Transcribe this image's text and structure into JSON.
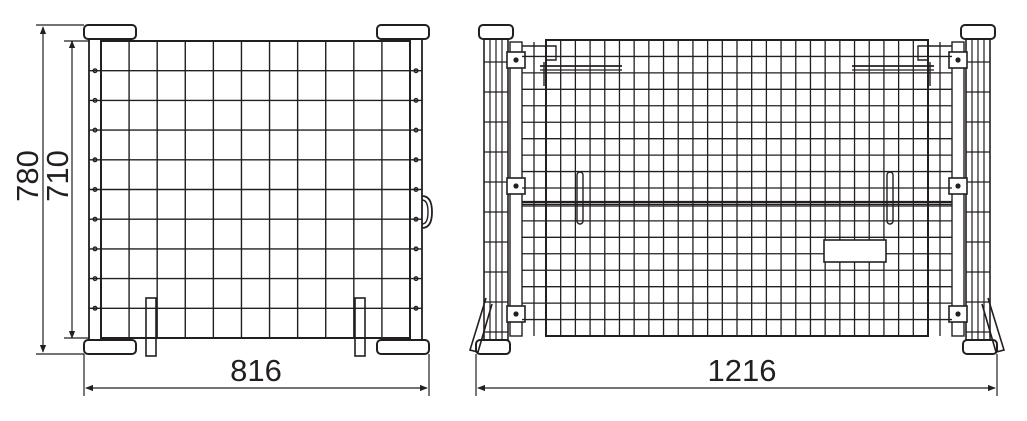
{
  "drawing": {
    "dimensions": {
      "side_height_total": "780",
      "side_height_inner": "710",
      "side_width": "816",
      "front_width": "1216"
    },
    "views": [
      "side-view",
      "front-view"
    ]
  },
  "colors": {
    "line": "#231f20",
    "background": "#ffffff"
  }
}
